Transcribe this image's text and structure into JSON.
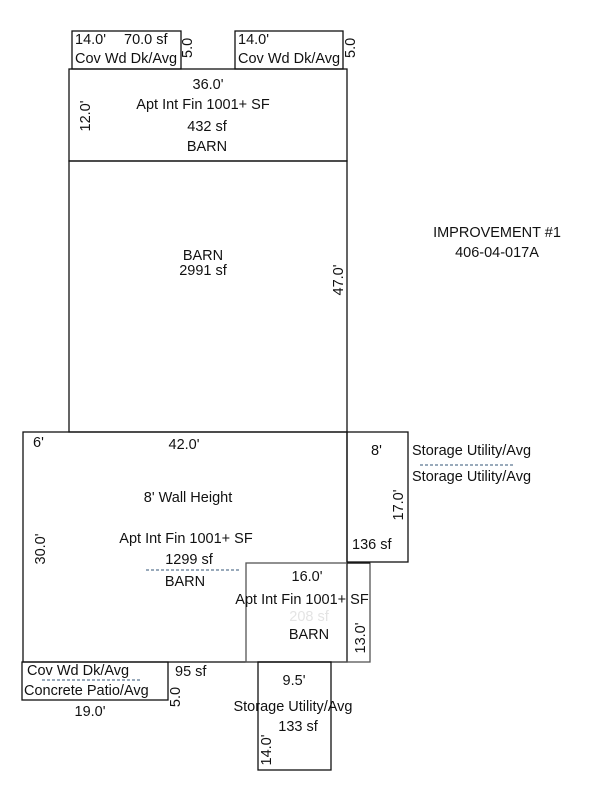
{
  "title": {
    "line1": "IMPROVEMENT #1",
    "line2": "406-04-017A"
  },
  "deck_left": {
    "dim_top": "14.0'",
    "area": "70.0 sf",
    "label": "Cov Wd Dk/Avg",
    "dim_side": "5.0"
  },
  "deck_right": {
    "dim_top": "14.0'",
    "label": "Cov Wd Dk/Avg",
    "dim_side": "5.0"
  },
  "apt_top": {
    "dim_top": "36.0'",
    "dim_side": "12.0'",
    "label": "Apt Int Fin 1001+ SF",
    "area": "432 sf",
    "sub": "BARN"
  },
  "barn": {
    "label": "BARN",
    "area": "2991 sf",
    "dim_side": "47.0'"
  },
  "lower": {
    "dim_corner": "6'",
    "dim_top": "42.0'",
    "wall": "8' Wall Height",
    "label": "Apt Int Fin 1001+ SF",
    "area": "1299 sf",
    "sub": "BARN",
    "dim_side": "30.0'"
  },
  "storage_right": {
    "dim_top": "8'",
    "label1": "Storage Utility/Avg",
    "label2": "Storage Utility/Avg",
    "area": "136 sf",
    "dim_side": "17.0'"
  },
  "apt_small": {
    "dim_top": "16.0'",
    "label": "Apt Int Fin 1001+ SF",
    "area": "208 sf",
    "sub": "BARN",
    "dim_side": "13.0'"
  },
  "patio": {
    "label1": "Cov Wd Dk/Avg",
    "area": "95 sf",
    "label2": "Concrete Patio/Avg",
    "dim_bottom": "19.0'",
    "dim_side": "5.0"
  },
  "storage_bottom": {
    "dim_top": "9.5'",
    "label": "Storage Utility/Avg",
    "area": "133 sf",
    "dim_side": "14.0'"
  }
}
